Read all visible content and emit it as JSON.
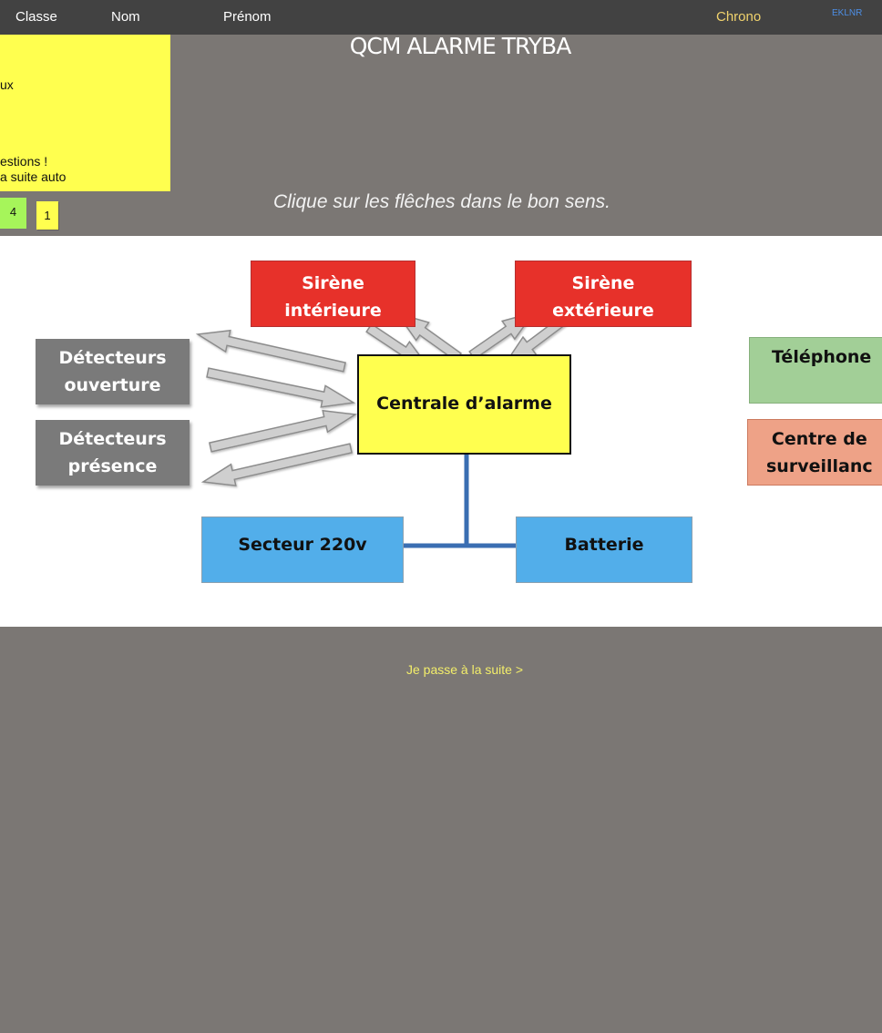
{
  "header": {
    "classe": "Classe",
    "nom": "Nom",
    "prenom": "Prénom",
    "chrono": "Chrono",
    "code": "EKLNR"
  },
  "title": "QCM ALARME TRYBA",
  "note": {
    "line1": "ux",
    "line2": "estions !",
    "line3": "a suite auto"
  },
  "counters": {
    "green": "4",
    "yellow": "1"
  },
  "instruction": "Clique sur les flêches dans le bon sens.",
  "diagram": {
    "siren_inner": [
      "Sirène",
      "intérieure"
    ],
    "siren_outer": [
      "Sirène",
      "extérieure"
    ],
    "detect_open": [
      "Détecteurs",
      "ouverture"
    ],
    "detect_presence": [
      "Détecteurs",
      "présence"
    ],
    "central": "Centrale d’alarme",
    "mains": "Secteur 220v",
    "battery": "Batterie",
    "phone": "Téléphone",
    "monitoring": [
      "Centre de",
      "surveillanc"
    ]
  },
  "next_label": "Je passe à la suite >",
  "colors": {
    "background": "#7b7774",
    "topbar": "#424242",
    "sticky_note": "#ffff4f",
    "counter_green": "#a6f55a",
    "siren_red": "#e7312a",
    "detector_grey": "#7a7a7a",
    "power_blue": "#52aeea",
    "central_yellow": "#ffff4f",
    "phone_green": "#a2cf97",
    "monitoring_salmon": "#eea287",
    "link_line": "#3a6eb2",
    "arrow_fill": "#cfcfcf",
    "next_text": "#f3ee6a",
    "chrono_text": "#f1d36d",
    "code_text": "#4d8fe6"
  }
}
